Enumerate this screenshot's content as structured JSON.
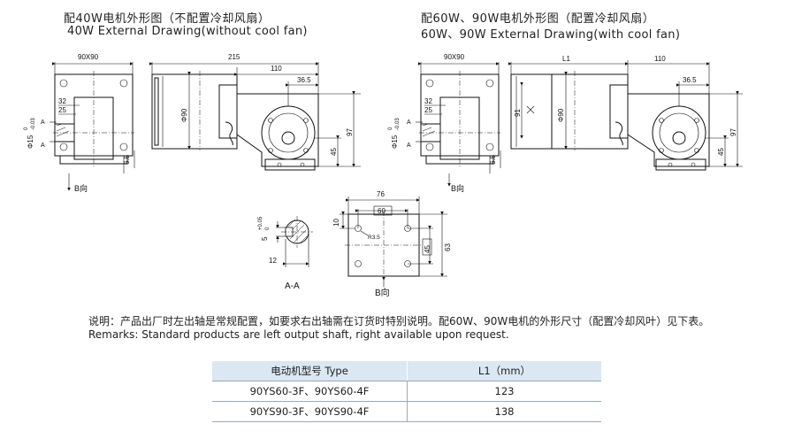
{
  "left": {
    "title_cn": "配40W电机外形图（不配置冷却风扇）",
    "title_en": "40W External Drawing(without cool fan)",
    "dims": {
      "d90x90": "90X90",
      "d215": "215",
      "d110": "110",
      "d36_5": "36.5",
      "d32": "32",
      "d25": "25",
      "d90": "Φ90",
      "d97": "97",
      "d45": "45",
      "d6_5": "6.5",
      "shaft": "Φ15",
      "tol_up": "0",
      "tol_dn": "-0.03",
      "secA": "A",
      "viewB": "B向"
    }
  },
  "right": {
    "title_cn": "配60W、90W电机外形图（配置冷却风扇）",
    "title_en": "60W、90W External Drawing(with cool fan)",
    "dims": {
      "d90x90": "90X90",
      "dL1": "L1",
      "d110": "110",
      "d36_5": "36.5",
      "d32": "32",
      "d25": "25",
      "d91": "91",
      "d90": "Φ90",
      "d97": "97",
      "d45": "45",
      "d6_5": "6.5",
      "shaft": "Φ15",
      "tol_up": "0",
      "tol_dn": "-0.03",
      "secA": "A",
      "viewB": "B向"
    }
  },
  "section": {
    "key": "5",
    "key_up": "+0.05",
    "key_dn": "0",
    "d12": "12",
    "label": "A-A"
  },
  "bottom_view": {
    "d76": "76",
    "d60": "60",
    "d10": "10",
    "r": "R3.5",
    "d45": "45",
    "d63": "63",
    "label": "B向"
  },
  "remarks": {
    "cn": "说明：产品出厂时左出轴是常规配置，如要求右出轴需在订货时特别说明。配60W、90W电机的外形尺寸（配置冷却风叶）见下表。",
    "en": "Remarks: Standard products are left output shaft, right available upon request."
  },
  "table": {
    "headers": [
      "电动机型号 Type",
      "L1（mm）"
    ],
    "rows": [
      {
        "type": "90YS60-3F、90YS60-4F",
        "l1": "123"
      },
      {
        "type": "90YS90-3F、90YS90-4F",
        "l1": "138"
      }
    ]
  }
}
